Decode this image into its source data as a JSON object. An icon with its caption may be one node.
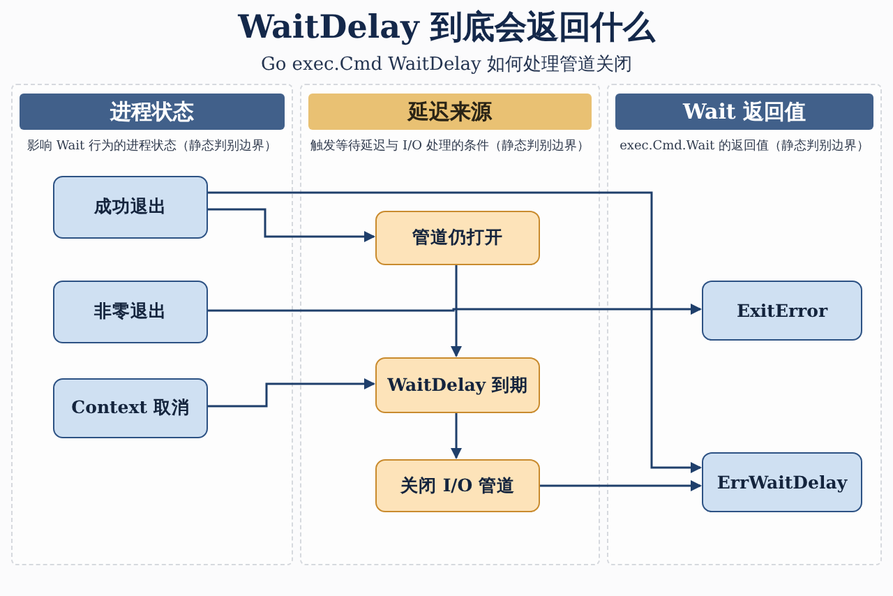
{
  "diagram": {
    "title": "WaitDelay 到底会返回什么",
    "nodes": [
      {
        "text": [
          "进程状态",
          "影响 Wait 行为的进程状态（静态判别边界）"
        ]
      },
      {
        "text": [
          "延迟来源",
          "触发等待延迟与 I/O 处理的条件（静态判别边界）"
        ]
      },
      {
        "text": [
          "Wait 返回值",
          "exec.Cmd.Wait 的返回值（静态判别边界）"
        ]
      },
      {
        "text": [
          "成功退出"
        ],
        "in": 0
      },
      {
        "text": [
          "非零退出"
        ],
        "in": 0
      },
      {
        "text": [
          "Context 取消"
        ],
        "in": 0
      },
      {
        "text": [
          "管道仍打开"
        ],
        "in": 1
      },
      {
        "text": [
          "WaitDelay 到期"
        ],
        "in": 1
      },
      {
        "text": [
          "关闭 I/O 管道"
        ],
        "in": 1
      },
      {
        "text": [
          "ExitError"
        ],
        "in": 2
      },
      {
        "text": [
          "ErrWaitDelay"
        ],
        "in": 2
      }
    ],
    "edges": [
      {
        "from": 3,
        "to": 10,
        "arrow": "to"
      },
      {
        "from": 3,
        "to": 6,
        "arrow": "to"
      },
      {
        "from": 4,
        "to": 9,
        "arrow": "to"
      },
      {
        "from": 6,
        "to": 7,
        "arrow": "to"
      },
      {
        "from": 5,
        "to": 7,
        "arrow": "to"
      },
      {
        "from": 7,
        "to": 8,
        "arrow": "to"
      },
      {
        "from": 8,
        "to": 10,
        "arrow": "to"
      }
    ],
    "labels": [
      "Go exec.Cmd WaitDelay 如何处理管道关闭"
    ]
  }
}
